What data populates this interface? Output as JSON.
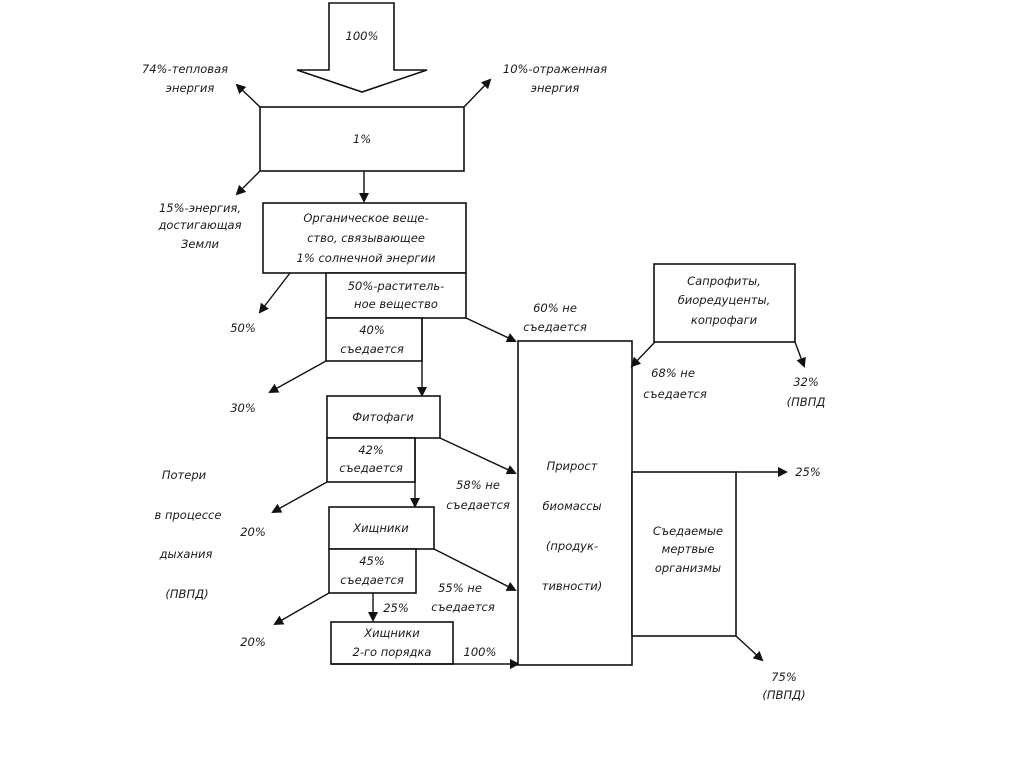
{
  "title": "Поток энергии в экосистеме",
  "labels": {
    "sun_input": "100%",
    "heat_energy": [
      "74%-тепловая",
      "энергия"
    ],
    "reflected_energy": [
      "10%-отраженная",
      "энергия"
    ],
    "atmosphere_box": "1%",
    "earth_energy": [
      "15%-энергия,",
      "достигающая",
      "Земли"
    ],
    "organic_matter": [
      "Органическое веще-",
      "ство, связывающее",
      "1% солнечной энергии"
    ],
    "plant_matter": [
      "50%-раститель-",
      "ное вещество"
    ],
    "loss_50": "50%",
    "eaten_40": [
      "40%",
      "съедается"
    ],
    "not_eaten_60": [
      "60% не",
      "съедается"
    ],
    "loss_30": "30%",
    "phytophages": "Фитофаги",
    "eaten_42": [
      "42%",
      "съедается"
    ],
    "not_eaten_58": [
      "58% не",
      "съедается"
    ],
    "respiration_losses": [
      "Потери",
      "в процессе",
      "дыхания",
      "(ПВПД)"
    ],
    "loss_20_a": "20%",
    "predators": "Хищники",
    "eaten_45": [
      "45%",
      "съедается"
    ],
    "not_eaten_55": [
      "55% не",
      "съедается"
    ],
    "loss_20_b": "20%",
    "to_second_order": "25%",
    "predators_2": [
      "Хищники",
      "2-го порядка"
    ],
    "second_order_100": "100%",
    "biomass_growth": [
      "Прирост",
      "биомассы",
      "(продук-",
      "тивности)"
    ],
    "saprophytes": [
      "Сапрофиты,",
      "биоредуценты,",
      "копрофаги"
    ],
    "not_eaten_68": [
      "68% не",
      "съедается"
    ],
    "loss_32": [
      "32%",
      "(ПВПД"
    ],
    "dead_organisms": [
      "Съедаемые",
      "мертвые",
      "организмы"
    ],
    "out_25": "25%",
    "loss_75": [
      "75%",
      "(ПВПД)"
    ]
  }
}
